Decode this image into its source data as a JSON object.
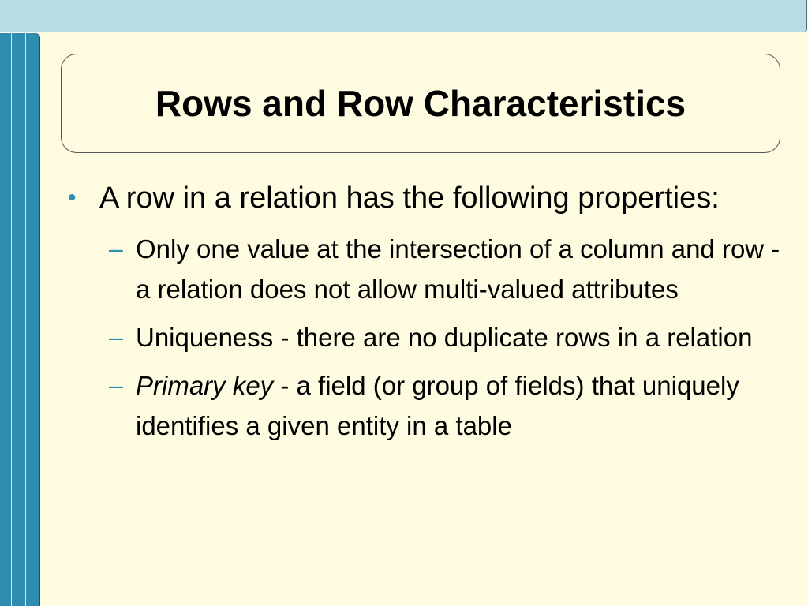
{
  "slide": {
    "title": "Rows and Row Characteristics",
    "bullets": [
      {
        "text": "A row in a relation has the following properties:",
        "subbullets": [
          {
            "text": "Only one value at the intersection of a column and row - a relation does not allow multi-valued attributes"
          },
          {
            "text": "Uniqueness - there are no duplicate rows in a relation"
          },
          {
            "emphasis": "Primary key",
            "text": " - a field (or group of fields) that uniquely identifies a given entity in a table"
          }
        ]
      }
    ]
  },
  "markers": {
    "level1": "•",
    "level2": "–"
  },
  "colors": {
    "background": "#fefbe0",
    "top_bar": "#b8dde4",
    "side_bar": "#2f8db1",
    "bullet_marker": "#2f8db1"
  }
}
